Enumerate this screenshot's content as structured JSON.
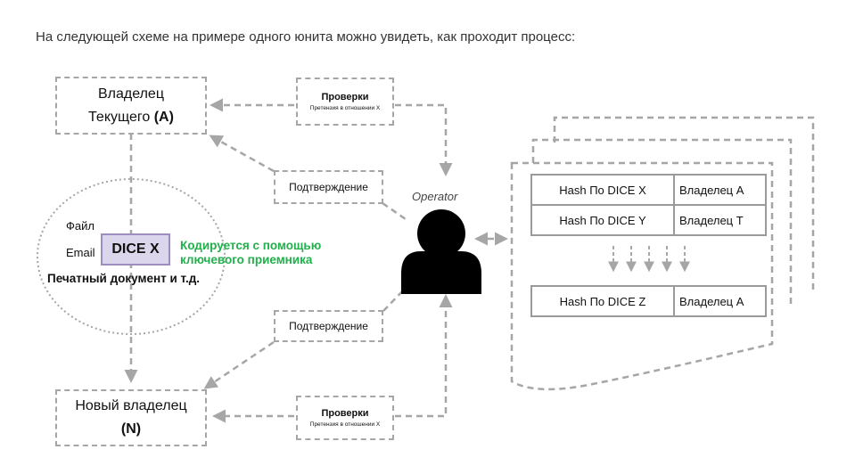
{
  "intro_text": "На следующей схеме на примере одного юнита можно увидеть, как проходит процесс:",
  "current_owner": {
    "line1": "Владелец",
    "line2": "Текущего",
    "line2_bold": "(A)"
  },
  "new_owner": {
    "line1": "Новый владелец",
    "line2": "(N)"
  },
  "checks_top": {
    "title": "Проверки",
    "subtitle": "Претензия в отношении X"
  },
  "checks_bottom": {
    "title": "Проверки",
    "subtitle": "Претензия в отношении X"
  },
  "confirm_top": "Подтверждение",
  "confirm_bottom": "Подтверждение",
  "operator_label": "Operator",
  "ellipse": {
    "file_label": "Файл",
    "email_label": "Email",
    "dice_label": "DICE X",
    "encoded_note_line1": "Кодируется с помощью",
    "encoded_note_line2": "ключевого приемника",
    "print_doc": "Печатный документ и т.д."
  },
  "ledger": {
    "rows_top": [
      {
        "hash": "Hash По DICE X",
        "owner": "Владелец A"
      },
      {
        "hash": "Hash По DICE Y",
        "owner": "Владелец  T"
      }
    ],
    "rows_bottom": [
      {
        "hash": "Hash По DICE Z",
        "owner": "Владелец  A"
      }
    ]
  },
  "colors": {
    "dashed": "#a6a6a6",
    "dice_fill": "#dcd6ec",
    "green_text": "#21b04b",
    "operator_icon": "#000000"
  }
}
